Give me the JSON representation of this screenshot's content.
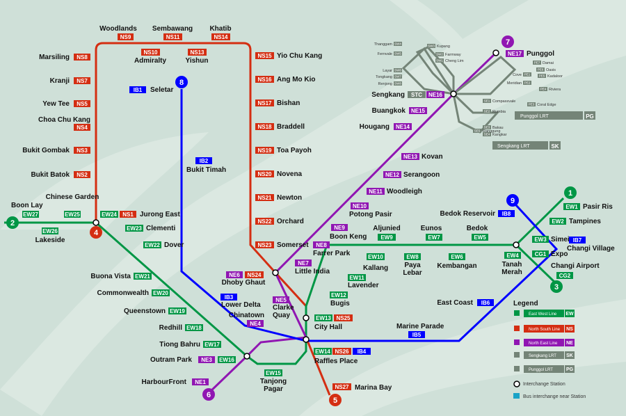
{
  "colors": {
    "ew": "#009645",
    "ns": "#d42e12",
    "ne": "#9016b2",
    "lrt": "#748477",
    "ib": "#0000ff",
    "bg": "#cfe0d8"
  },
  "line_numbers": {
    "l1": "1",
    "l2": "2",
    "l3": "3",
    "l4": "4",
    "l5": "5",
    "l6": "6",
    "l7": "7",
    "l8": "8",
    "l9": "9"
  },
  "stations": {
    "woodlands": "Woodlands",
    "sembawang": "Sembawang",
    "khatib": "Khatib",
    "admiralty": "Admiralty",
    "yishun": "Yishun",
    "marsiling": "Marsiling",
    "kranji": "Kranji",
    "yewtee": "Yew Tee",
    "choachukang": "Choa Chu Kang",
    "bukitgombak": "Bukit Gombak",
    "bukitbatok": "Bukit Batok",
    "yiochukang": "Yio Chu Kang",
    "angmokio": "Ang Mo Kio",
    "bishan": "Bishan",
    "braddell": "Braddell",
    "toapayoh": "Toa Payoh",
    "novena": "Novena",
    "newton": "Newton",
    "orchard": "Orchard",
    "somerset": "Somerset",
    "dhobyghaut": "Dhoby Ghaut",
    "marinabay": "Marina Bay",
    "cityhall": "City Hall",
    "rafflesplace": "Raffles Place",
    "tanjongpagar": "Tanjong Pagar",
    "boonlay": "Boon Lay",
    "lakeside": "Lakeside",
    "chinesegarden": "Chinese Garden",
    "jurongeast": "Jurong East",
    "clementi": "Clementi",
    "dover": "Dover",
    "buonavista": "Buona Vista",
    "commonwealth": "Commonwealth",
    "queenstown": "Queenstown",
    "redhill": "Redhill",
    "tiongbahru": "Tiong Bahru",
    "outrampark": "Outram Park",
    "bugis": "Bugis",
    "lavender": "Lavender",
    "kallang": "Kallang",
    "aljunied": "Aljunied",
    "payalebar": "Paya Lebar",
    "eunos": "Eunos",
    "kembangan": "Kembangan",
    "bedok": "Bedok",
    "tanahmerah": "Tanah Merah",
    "simei": "Simei",
    "expo": "Expo",
    "tampines": "Tampines",
    "pasirris": "Pasir Ris",
    "changiairport": "Changi Airport",
    "harbourfront": "HarbourFront",
    "chinatown": "Chinatown",
    "clarkequay": "Clarke Quay",
    "littleindia": "Little India",
    "farrerpark": "Farrer Park",
    "boonkeng": "Boon Keng",
    "potongpasir": "Potong Pasir",
    "woodleigh": "Woodleigh",
    "serangoon": "Serangoon",
    "kovan": "Kovan",
    "hougang": "Hougang",
    "buangkok": "Buangkok",
    "sengkang": "Sengkang",
    "punggol": "Punggol",
    "seletar": "Seletar",
    "bukittimah": "Bukit Timah",
    "lowerdelta": "Lower Delta",
    "marineparade": "Marine Parade",
    "eastcoast": "East Coast",
    "bedokreservoir": "Bedok Reservoir",
    "changivillage": "Changi Village"
  },
  "codes": {
    "ns1": "NS1",
    "ns2": "NS2",
    "ns3": "NS3",
    "ns4": "NS4",
    "ns5": "NS5",
    "ns7": "NS7",
    "ns8": "NS8",
    "ns9": "NS9",
    "ns10": "NS10",
    "ns11": "NS11",
    "ns13": "NS13",
    "ns14": "NS14",
    "ns15": "NS15",
    "ns16": "NS16",
    "ns17": "NS17",
    "ns18": "NS18",
    "ns19": "NS19",
    "ns20": "NS20",
    "ns21": "NS21",
    "ns22": "NS22",
    "ns23": "NS23",
    "ns24": "NS24",
    "ns25": "NS25",
    "ns26": "NS26",
    "ns27": "NS27",
    "ew1": "EW1",
    "ew2": "EW2",
    "ew3": "EW3",
    "ew4": "EW4",
    "ew5": "EW5",
    "ew6": "EW6",
    "ew7": "EW7",
    "ew8": "EW8",
    "ew9": "EW9",
    "ew10": "EW10",
    "ew11": "EW11",
    "ew12": "EW12",
    "ew13": "EW13",
    "ew14": "EW14",
    "ew15": "EW15",
    "ew16": "EW16",
    "ew17": "EW17",
    "ew18": "EW18",
    "ew19": "EW19",
    "ew20": "EW20",
    "ew21": "EW21",
    "ew22": "EW22",
    "ew23": "EW23",
    "ew24": "EW24",
    "ew25": "EW25",
    "ew26": "EW26",
    "ew27": "EW27",
    "cg1": "CG1",
    "cg2": "CG2",
    "ne1": "NE1",
    "ne3": "NE3",
    "ne4": "NE4",
    "ne5": "NE5",
    "ne6": "NE6",
    "ne7": "NE7",
    "ne8": "NE8",
    "ne9": "NE9",
    "ne10": "NE10",
    "ne11": "NE11",
    "ne12": "NE12",
    "ne13": "NE13",
    "ne14": "NE14",
    "ne15": "NE15",
    "ne16": "NE16",
    "ne17": "NE17",
    "stc": "STC",
    "ib1": "IB1",
    "ib2": "IB2",
    "ib3": "IB3",
    "ib4": "IB4",
    "ib5": "IB5",
    "ib6": "IB6",
    "ib7": "IB7",
    "ib8": "IB8"
  },
  "lrt": {
    "sengkang_west": [
      {
        "n": "Thanggam",
        "c": "SW4"
      },
      {
        "n": "Fernvale",
        "c": "SW5"
      },
      {
        "n": "Layar",
        "c": "SW6"
      },
      {
        "n": "Tongkang",
        "c": "SW7"
      },
      {
        "n": "Renjong",
        "c": "SW8"
      }
    ],
    "sengkang_west_inner": [
      {
        "n": "Kupang",
        "c": "SW3"
      },
      {
        "n": "Farmway",
        "c": "SW2"
      },
      {
        "n": "Cheng Lim",
        "c": "SW1"
      }
    ],
    "punggol_east": [
      {
        "n": "Damai",
        "c": "PE7"
      },
      {
        "n": "Oasis",
        "c": "PE6"
      },
      {
        "n": "Kadaloor",
        "c": "PE5"
      },
      {
        "n": "Riviera",
        "c": "PE4"
      },
      {
        "n": "Coral Edge",
        "c": "PE3"
      }
    ],
    "punggol_inner": [
      {
        "n": "Cove",
        "c": "PE1"
      },
      {
        "n": "Meridian",
        "c": "PE2"
      }
    ],
    "sengkang_east": [
      {
        "n": "Compassvale",
        "c": "SE1"
      },
      {
        "n": "Rumbia",
        "c": "SE2"
      },
      {
        "n": "Bakau",
        "c": "SE3"
      },
      {
        "n": "Kangkar",
        "c": "SE4"
      },
      {
        "n": "Ranggung",
        "c": "SE5"
      }
    ],
    "punggol_label": "Punggol LRT",
    "punggol_code": "PG",
    "sengkang_label": "Sengkang LRT",
    "sengkang_code": "SK"
  },
  "legend": {
    "title": "Legend",
    "items": [
      {
        "label": "East West Line",
        "code": "EW"
      },
      {
        "label": "North South Line",
        "code": "NS"
      },
      {
        "label": "North East Line",
        "code": "NE"
      },
      {
        "label": "Sengkang LRT",
        "code": "SK"
      },
      {
        "label": "Punggol LRT",
        "code": "PG"
      }
    ],
    "interchange": "Interchange Station",
    "bus": "Bus interchange near Station"
  }
}
